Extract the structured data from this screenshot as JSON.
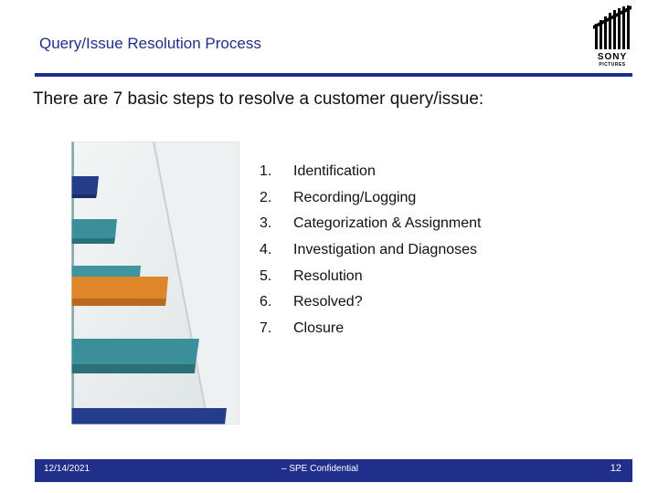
{
  "header": {
    "title": "Query/Issue Resolution Process"
  },
  "logo": {
    "text": "SONY",
    "subtext": "PICTURES"
  },
  "intro": "There are 7 basic steps to resolve a customer query/issue:",
  "steps": [
    {
      "num": "1.",
      "label": "Identification"
    },
    {
      "num": "2.",
      "label": "Recording/Logging"
    },
    {
      "num": "3.",
      "label": "Categorization & Assignment"
    },
    {
      "num": "4.",
      "label": "Investigation and Diagnoses"
    },
    {
      "num": "5.",
      "label": "Resolution"
    },
    {
      "num": "6.",
      "label": "Resolved?"
    },
    {
      "num": "7.",
      "label": "Closure"
    }
  ],
  "footer": {
    "date": "12/14/2021",
    "confidential": "– SPE Confidential",
    "page": "12"
  },
  "colors": {
    "brand": "#1f2f8a",
    "step_blue": "#243d8a",
    "step_teal": "#3a8f9a",
    "step_orange": "#e0862a"
  }
}
